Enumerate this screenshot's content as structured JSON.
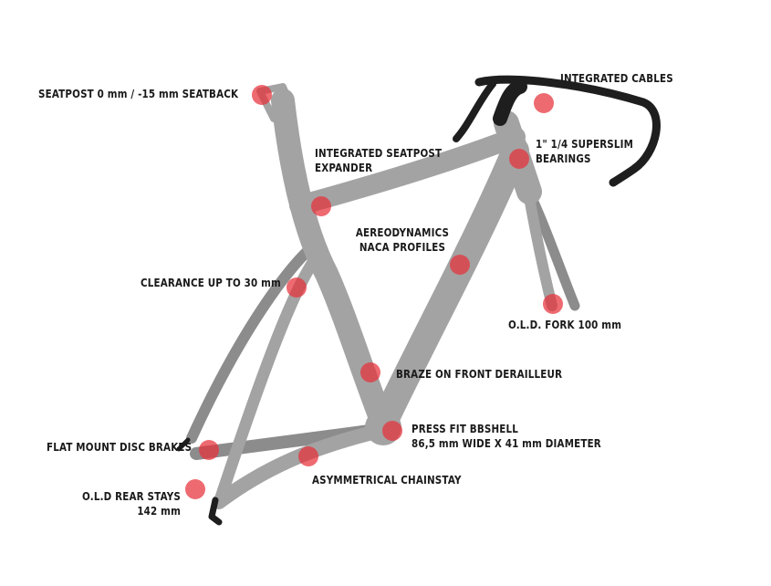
{
  "diagram": {
    "colors": {
      "frame": "#a3a3a3",
      "frame_shadow": "#8c8c8c",
      "frame_highlight": "#b8b8b8",
      "bar": "#1e1e1e",
      "marker": "#e8303a",
      "text": "#1a1a1a"
    },
    "callouts": {
      "seatpost": [
        "SEATPOST 0 mm / -15 mm SEATBACK"
      ],
      "integrated_cables": [
        "INTEGRATED CABLES"
      ],
      "bearings": [
        "1\" 1/4 SUPERSLIM",
        "BEARINGS"
      ],
      "seatpost_expander": [
        "INTEGRATED SEATPOST",
        "EXPANDER"
      ],
      "aerodynamics": [
        "AEREODYNAMICS",
        "NACA PROFILES"
      ],
      "clearance": [
        "CLEARANCE UP TO 30 mm"
      ],
      "fork": [
        "O.L.D. FORK 100 mm"
      ],
      "front_derailleur": [
        "BRAZE ON FRONT DERAILLEUR"
      ],
      "bbshell": [
        "PRESS FIT BBSHELL",
        "86,5 mm WIDE X 41 mm DIAMETER"
      ],
      "disc_brakes": [
        "FLAT MOUNT DISC BRAKES"
      ],
      "chainstay": [
        "ASYMMETRICAL CHAINSTAY"
      ],
      "rear_stays": [
        "O.L.D REAR STAYS",
        "142 mm"
      ]
    }
  }
}
